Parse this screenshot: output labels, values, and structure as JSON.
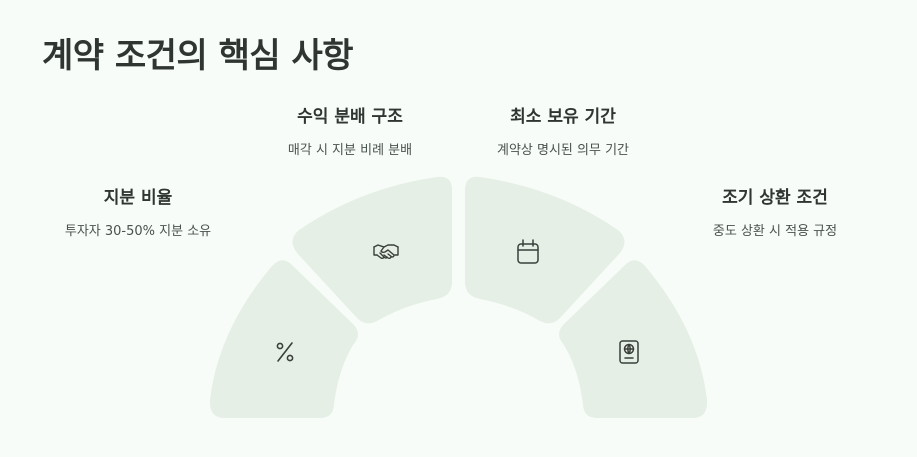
{
  "title": "계약 조건의 핵심 사항",
  "colors": {
    "background": "#f8fcf8",
    "segment_fill": "#e5efe6",
    "text_dark": "#2f3631",
    "icon_stroke": "#3a3f3b"
  },
  "items": [
    {
      "heading": "지분 비율",
      "description": "투자자 30-50% 지분 소유",
      "icon": "percent-icon"
    },
    {
      "heading": "수익 분배 구조",
      "description": "매각 시 지분 비례 분배",
      "icon": "handshake-icon"
    },
    {
      "heading": "최소 보유 기간",
      "description": "계약상 명시된 의무 기간",
      "icon": "calendar-icon"
    },
    {
      "heading": "조기 상환 조건",
      "description": "중도 상환 시 적용 규정",
      "icon": "passport-icon"
    }
  ]
}
